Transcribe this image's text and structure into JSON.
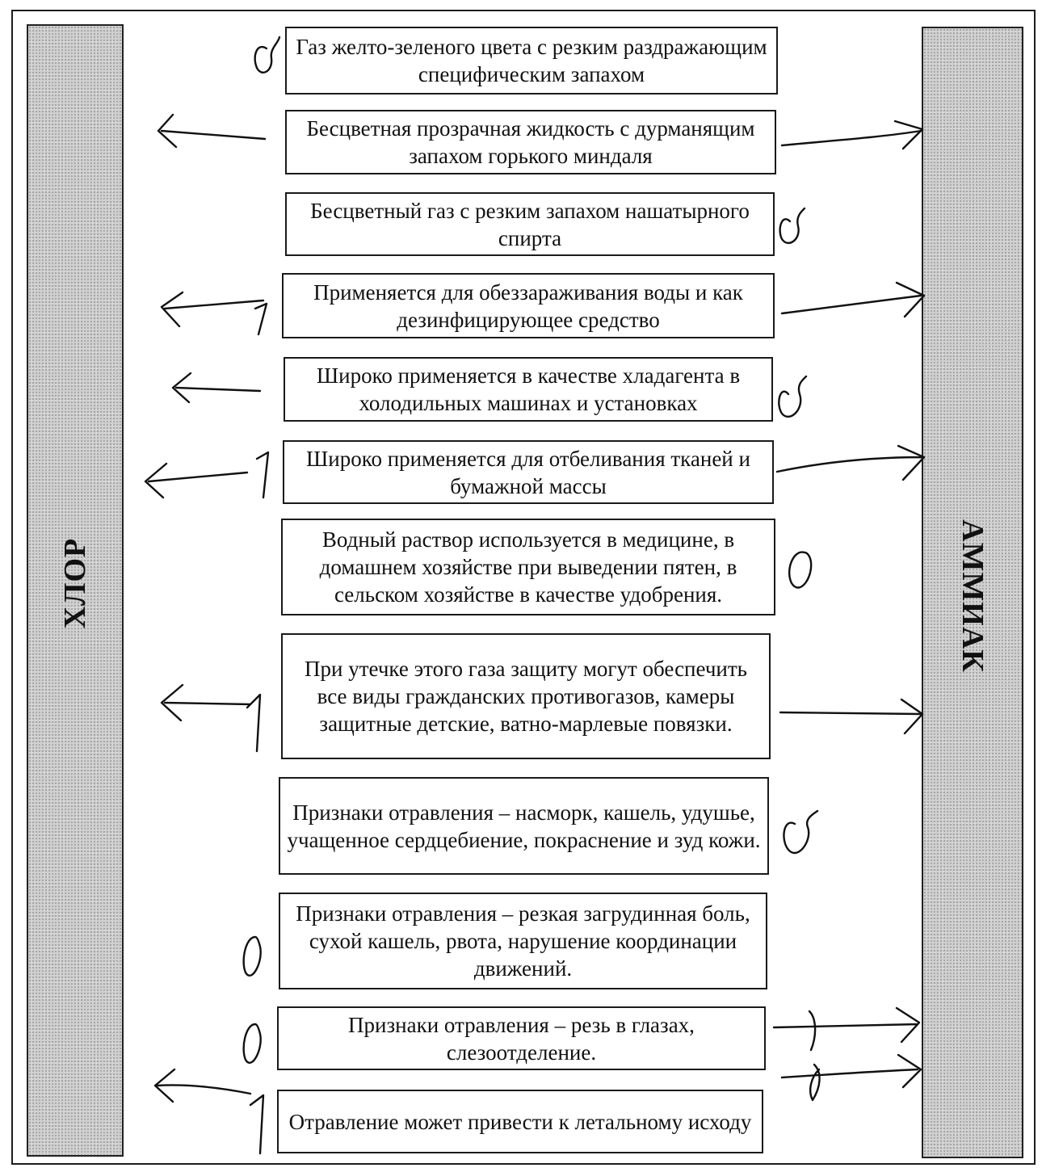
{
  "left_column": {
    "label": "ХЛОР"
  },
  "right_column": {
    "label": "АММИАК"
  },
  "statements": [
    {
      "text": "Газ желто-зеленого цвета с резким раздражающим специфическим запахом",
      "mark": "0"
    },
    {
      "text": "Бесцветная прозрачная жидкость с дурманящим запахом горького миндаля",
      "mark": ""
    },
    {
      "text": "Бесцветный газ с резким запахом нашатырного спирта",
      "mark": "0"
    },
    {
      "text": "Применяется для обеззараживания воды и как дезинфицирующее средство",
      "mark": "1"
    },
    {
      "text": "Широко применяется в качестве хладагента в холодильных машинах и установках",
      "mark": "0"
    },
    {
      "text": "Широко применяется для отбеливания тканей и бумажной массы",
      "mark": "1"
    },
    {
      "text": "Водный раствор используется в медицине, в домашнем хозяйстве при выведении пятен, в сельском хозяйстве в качестве удобрения.",
      "mark": "0"
    },
    {
      "text": "При утечке этого газа защиту могут обеспечить все виды гражданских противогазов, камеры защитные детские, ватно-марлевые повязки.",
      "mark": "1"
    },
    {
      "text": "Признаки отравления – насморк, кашель, удушье, учащенное сердцебиение, покраснение и зуд кожи.",
      "mark": "0"
    },
    {
      "text": "Признаки отравления – резкая загрудинная боль, сухой кашель, рвота, нарушение координации движений.",
      "mark": "0"
    },
    {
      "text": "Признаки отравления – резь в глазах, слезоотделение.",
      "mark": "0"
    },
    {
      "text": "Отравление может привести к летальному исходу",
      "mark": "1"
    }
  ],
  "arrows": [
    {
      "statement": 2,
      "to": "left"
    },
    {
      "statement": 2,
      "to": "right"
    },
    {
      "statement": 4,
      "to": "left"
    },
    {
      "statement": 4,
      "to": "right"
    },
    {
      "statement": 5,
      "to": "left"
    },
    {
      "statement": 6,
      "to": "left"
    },
    {
      "statement": 6,
      "to": "right"
    },
    {
      "statement": 8,
      "to": "left"
    },
    {
      "statement": 8,
      "to": "right"
    },
    {
      "statement": 11,
      "to": "right"
    },
    {
      "statement": 12,
      "to": "left"
    },
    {
      "statement": 12,
      "to": "right"
    }
  ]
}
